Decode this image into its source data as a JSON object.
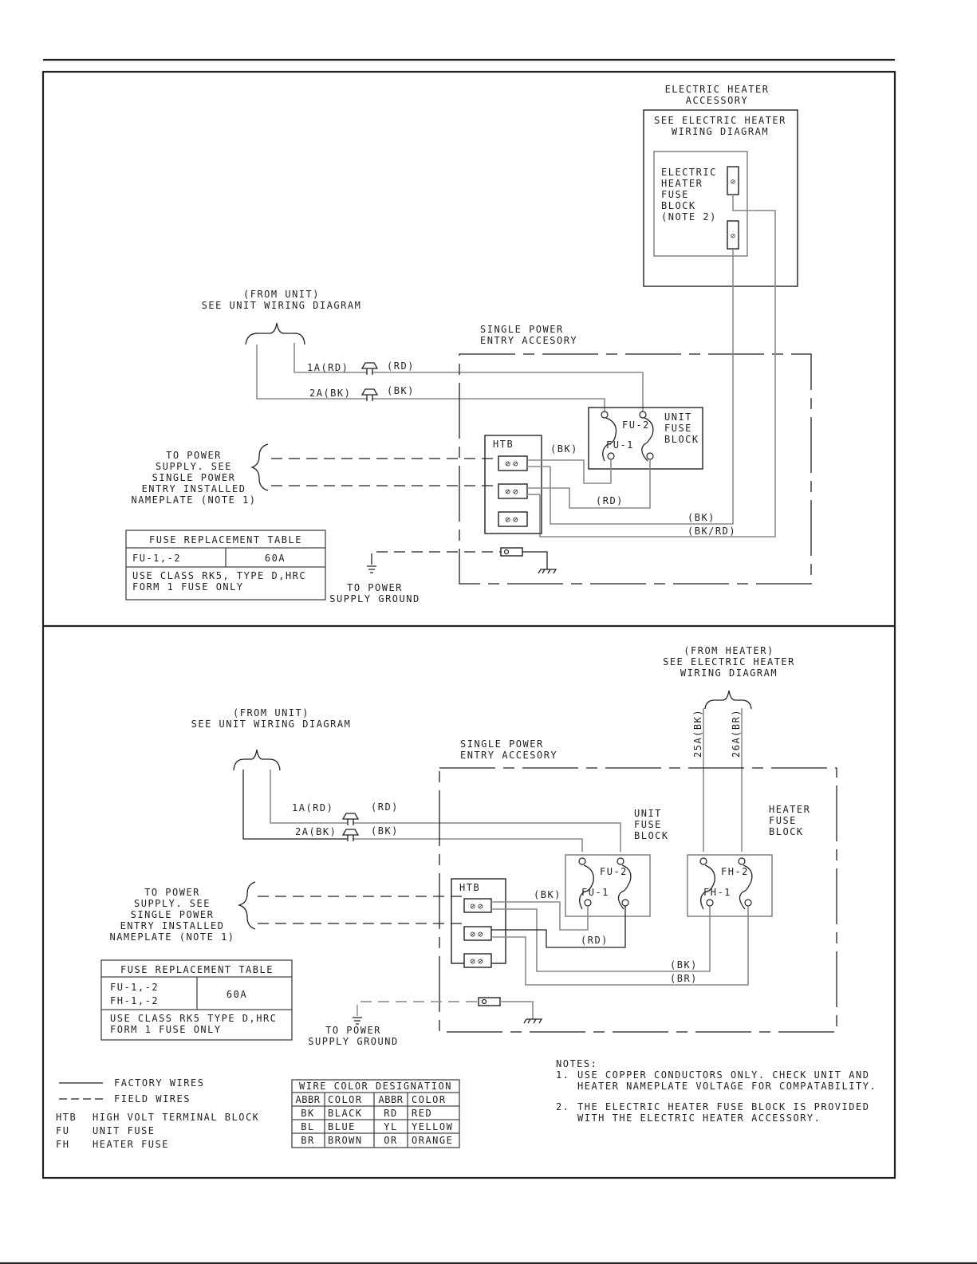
{
  "page": {
    "background": "#ffffff",
    "line_color": "#222222",
    "factory_wire_color": "#8a8a8a"
  },
  "top_diagram": {
    "heater_accessory": {
      "title": [
        "ELECTRIC HEATER",
        "ACCESSORY"
      ],
      "see": [
        "SEE ELECTRIC HEATER",
        "WIRING DIAGRAM"
      ],
      "fuse_block_label": [
        "ELECTRIC",
        "HEATER",
        "FUSE",
        "BLOCK",
        "(NOTE 2)"
      ]
    },
    "from_unit": [
      "(FROM UNIT)",
      "SEE UNIT WIRING DIAGRAM"
    ],
    "wire_labels": {
      "w1_in": "1A(RD)",
      "w1_out": "(RD)",
      "w2_in": "2A(BK)",
      "w2_out": "(BK)",
      "htb_bk": "(BK)",
      "htb_rd": "(RD)",
      "bottom_bk": "(BK)",
      "bottom_bkrd": "(BK/RD)"
    },
    "spe_label": [
      "SINGLE POWER",
      "ENTRY ACCESORY"
    ],
    "unit_fuse_block": [
      "UNIT",
      "FUSE",
      "BLOCK"
    ],
    "fuse_names": {
      "fu2": "FU-2",
      "fu1": "FU-1"
    },
    "htb_label": "HTB",
    "power_supply": [
      "TO POWER",
      "SUPPLY. SEE",
      "SINGLE POWER",
      "ENTRY INSTALLED",
      "NAMEPLATE (NOTE 1)"
    ],
    "ground_label": [
      "TO POWER",
      "SUPPLY GROUND"
    ],
    "fuse_table": {
      "title": "FUSE REPLACEMENT TABLE",
      "fuses": [
        "FU-1,-2"
      ],
      "rating": "60A",
      "note": [
        "USE CLASS RK5, TYPE D,HRC",
        "FORM 1 FUSE ONLY"
      ]
    }
  },
  "bottom_diagram": {
    "from_heater": [
      "(FROM HEATER)",
      "SEE ELECTRIC HEATER",
      "WIRING DIAGRAM"
    ],
    "heater_wires": {
      "w25": "25A(BK)",
      "w26": "26A(BR)"
    },
    "from_unit": [
      "(FROM UNIT)",
      "SEE UNIT WIRING DIAGRAM"
    ],
    "wire_labels": {
      "w1_in": "1A(RD)",
      "w1_out": "(RD)",
      "w2_in": "2A(BK)",
      "w2_out": "(BK)",
      "htb_bk": "(BK)",
      "htb_rd": "(RD)",
      "bottom_bk": "(BK)",
      "bottom_br": "(BR)"
    },
    "spe_label": [
      "SINGLE POWER",
      "ENTRY ACCESORY"
    ],
    "unit_fuse_block": [
      "UNIT",
      "FUSE",
      "BLOCK"
    ],
    "heater_fuse_block": [
      "HEATER",
      "FUSE",
      "BLOCK"
    ],
    "fuse_names": {
      "fu2": "FU-2",
      "fu1": "FU-1",
      "fh2": "FH-2",
      "fh1": "FH-1"
    },
    "htb_label": "HTB",
    "power_supply": [
      "TO POWER",
      "SUPPLY. SEE",
      "SINGLE POWER",
      "ENTRY INSTALLED",
      "NAMEPLATE (NOTE 1)"
    ],
    "ground_label": [
      "TO POWER",
      "SUPPLY GROUND"
    ],
    "fuse_table": {
      "title": "FUSE REPLACEMENT TABLE",
      "fuses": [
        "FU-1,-2",
        "FH-1,-2"
      ],
      "rating": "60A",
      "note": [
        "USE CLASS RK5 TYPE D,HRC",
        "FORM 1 FUSE ONLY"
      ]
    }
  },
  "legend": {
    "factory": "FACTORY WIRES",
    "field": "FIELD WIRES",
    "abbreviations": [
      {
        "abbr": "HTB",
        "meaning": "HIGH VOLT TERMINAL BLOCK"
      },
      {
        "abbr": "FU",
        "meaning": "UNIT FUSE"
      },
      {
        "abbr": "FH",
        "meaning": "HEATER FUSE"
      }
    ]
  },
  "wire_color_table": {
    "title": "WIRE COLOR DESIGNATION",
    "headers": [
      "ABBR",
      "COLOR",
      "ABBR",
      "COLOR"
    ],
    "rows": [
      [
        "BK",
        "BLACK",
        "RD",
        "RED"
      ],
      [
        "BL",
        "BLUE",
        "YL",
        "YELLOW"
      ],
      [
        "BR",
        "BROWN",
        "OR",
        "ORANGE"
      ]
    ]
  },
  "notes": {
    "title": "NOTES:",
    "items": [
      {
        "num": "1.",
        "lines": [
          "USE COPPER CONDUCTORS ONLY. CHECK UNIT AND",
          "HEATER NAMEPLATE VOLTAGE FOR COMPATABILITY."
        ]
      },
      {
        "num": "2.",
        "lines": [
          "THE ELECTRIC HEATER FUSE BLOCK IS PROVIDED",
          "WITH THE ELECTRIC HEATER ACCESSORY."
        ]
      }
    ]
  }
}
